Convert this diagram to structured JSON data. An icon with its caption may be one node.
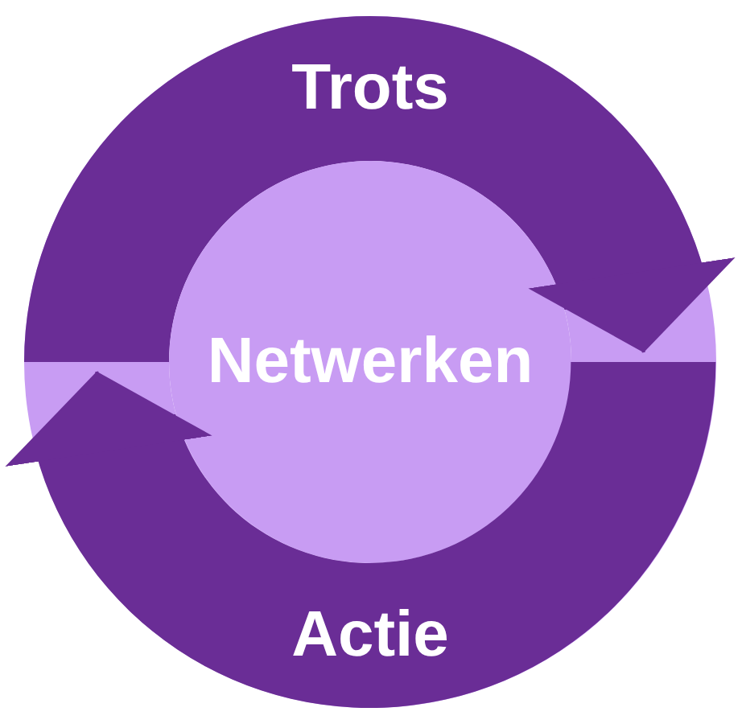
{
  "diagram": {
    "nodes": [
      {
        "text": [
          "Trots"
        ]
      },
      {
        "text": [
          "Netwerken"
        ]
      },
      {
        "text": [
          "Actie"
        ]
      }
    ],
    "edges": [
      {
        "from": 0,
        "to": 2,
        "arrow": "to"
      },
      {
        "from": 2,
        "to": 0,
        "arrow": "to"
      }
    ]
  }
}
